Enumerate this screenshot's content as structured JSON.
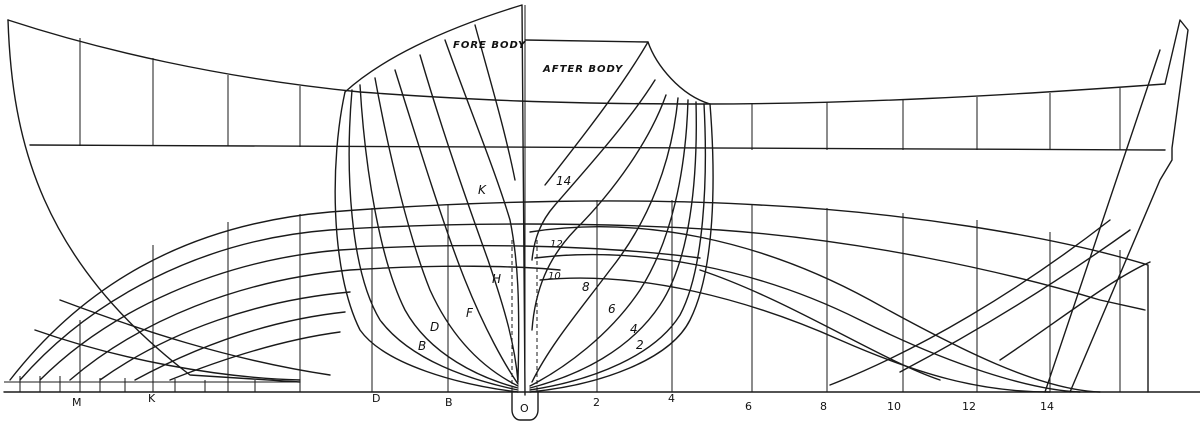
{
  "headings": {
    "fore_body": "FORE BODY",
    "after_body": "AFTER BODY"
  },
  "section_labels": {
    "fore": [
      "B",
      "D",
      "F",
      "H",
      "K"
    ],
    "after": [
      "2",
      "4",
      "6",
      "8",
      "10",
      "12",
      "14"
    ]
  },
  "baseline_labels": [
    "M",
    "K",
    "D",
    "B",
    "2",
    "4",
    "6",
    "8",
    "10",
    "12",
    "14"
  ],
  "midship_mark": "O"
}
